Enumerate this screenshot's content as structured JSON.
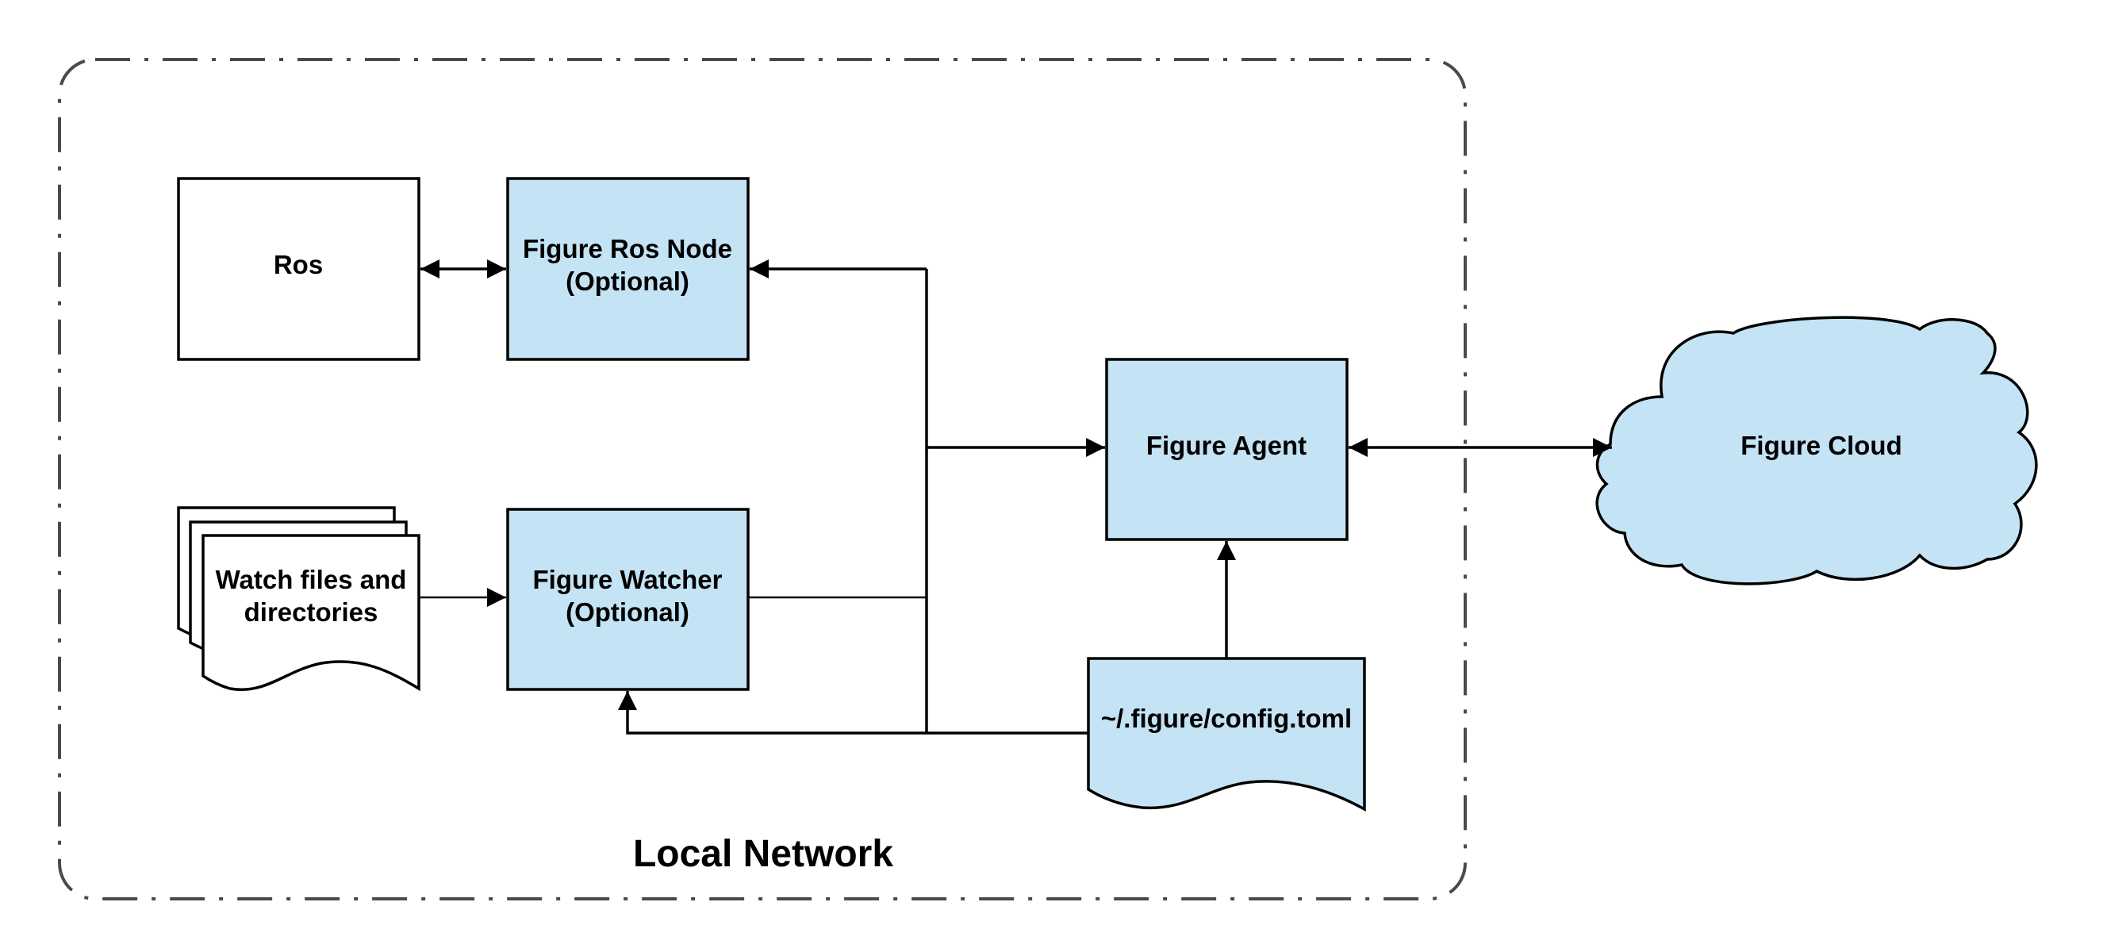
{
  "colors": {
    "component_fill": "#c4e3f4",
    "plain_fill": "#ffffff",
    "stroke": "#000000"
  },
  "boundary": {
    "label": "Local Network"
  },
  "nodes": {
    "ros": {
      "label": "Ros"
    },
    "ros_node": {
      "line1": "Figure Ros Node",
      "line2": "(Optional)"
    },
    "watch_files": {
      "line1": "Watch files and",
      "line2": "directories"
    },
    "watcher": {
      "line1": "Figure Watcher",
      "line2": "(Optional)"
    },
    "agent": {
      "label": "Figure Agent"
    },
    "config": {
      "label": "~/.figure/config.toml"
    },
    "cloud": {
      "label": "Figure Cloud"
    }
  }
}
